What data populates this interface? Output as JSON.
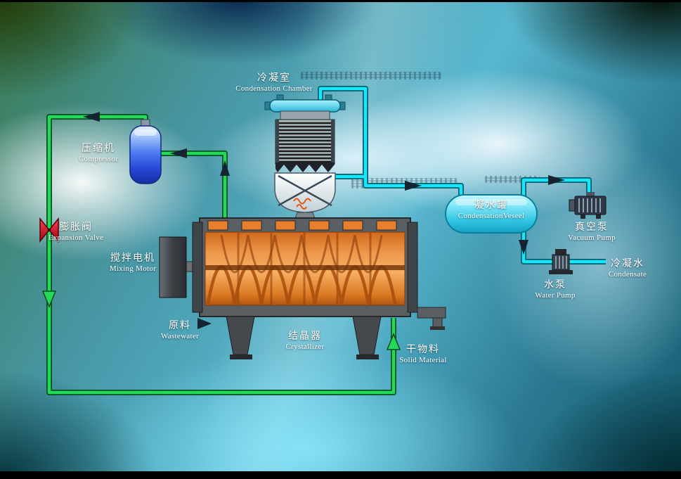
{
  "diagram": {
    "type": "process-flow",
    "labels": {
      "condensation_chamber": {
        "zh": "冷凝室",
        "en": "Condensation Chamber"
      },
      "compressor": {
        "zh": "压缩机",
        "en": "Compressor"
      },
      "expansion_valve": {
        "zh": "膨胀阀",
        "en": "Expansion Valve"
      },
      "mixing_motor": {
        "zh": "搅拌电机",
        "en": "Mixing Motor"
      },
      "wastewater": {
        "zh": "原料",
        "en": "Wastewater"
      },
      "crystallizer": {
        "zh": "结晶器",
        "en": "Crystallizer"
      },
      "solid_material": {
        "zh": "干物料",
        "en": "Solid Material"
      },
      "condensation_vessel": {
        "zh": "凝水罐",
        "en": "CondensationVeseel"
      },
      "vacuum_pump": {
        "zh": "真空泵",
        "en": "Vacuum Pump"
      },
      "water_pump": {
        "zh": "水泵",
        "en": "Water Pump"
      },
      "condensate": {
        "zh": "冷凝水",
        "en": "Condensate"
      }
    },
    "palette": {
      "refrigerant_pipe_green": "#23d957",
      "vapor_pipe_cyan": "#18e6fa",
      "crystallizer_orange": "#e8832f",
      "compressor_blue": "#3b6ef0",
      "valve_red": "#cc1122",
      "vessel_cyan": "#35cde8",
      "arrow_dark_navy": "#152433"
    }
  }
}
